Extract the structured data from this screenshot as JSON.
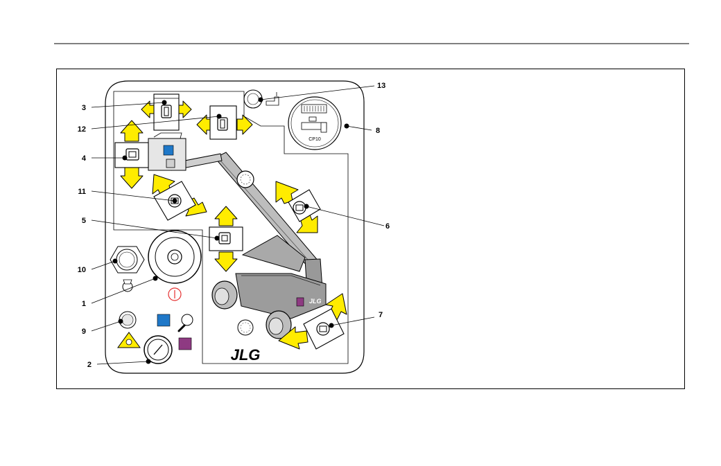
{
  "callouts": {
    "c1": "1",
    "c2": "2",
    "c3": "3",
    "c4": "4",
    "c5": "5",
    "c6": "6",
    "c7": "7",
    "c8": "8",
    "c9": "9",
    "c10": "10",
    "c11": "11",
    "c12": "12",
    "c13": "13"
  },
  "panel": {
    "brand": "JLG",
    "machine_brand": "JLG",
    "gauge_text": "CP10"
  },
  "colors": {
    "arrow_yellow": "#ffec00",
    "indicator_blue": "#1f78c8",
    "indicator_purple": "#8e3a82",
    "power_red": "#e53030"
  },
  "icons": [
    "lamp-icon",
    "key-icon",
    "warning-icon",
    "battery-icon",
    "power-icon"
  ]
}
